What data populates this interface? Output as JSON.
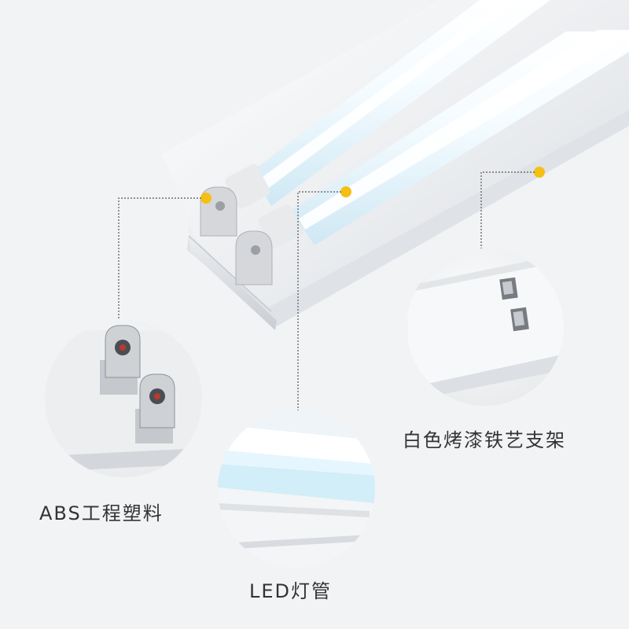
{
  "callouts": {
    "frame_label": "白色烤漆铁艺支架",
    "holder_label": "ABS工程塑料",
    "tube_label": "LED灯管"
  },
  "colors": {
    "background": "#f2f3f5",
    "marker_dot": "#f5bf14",
    "label_text": "#333333",
    "leader_line": "#555555",
    "tube_glow": "#eaf6ff",
    "fixture_white": "#e9ebee"
  }
}
